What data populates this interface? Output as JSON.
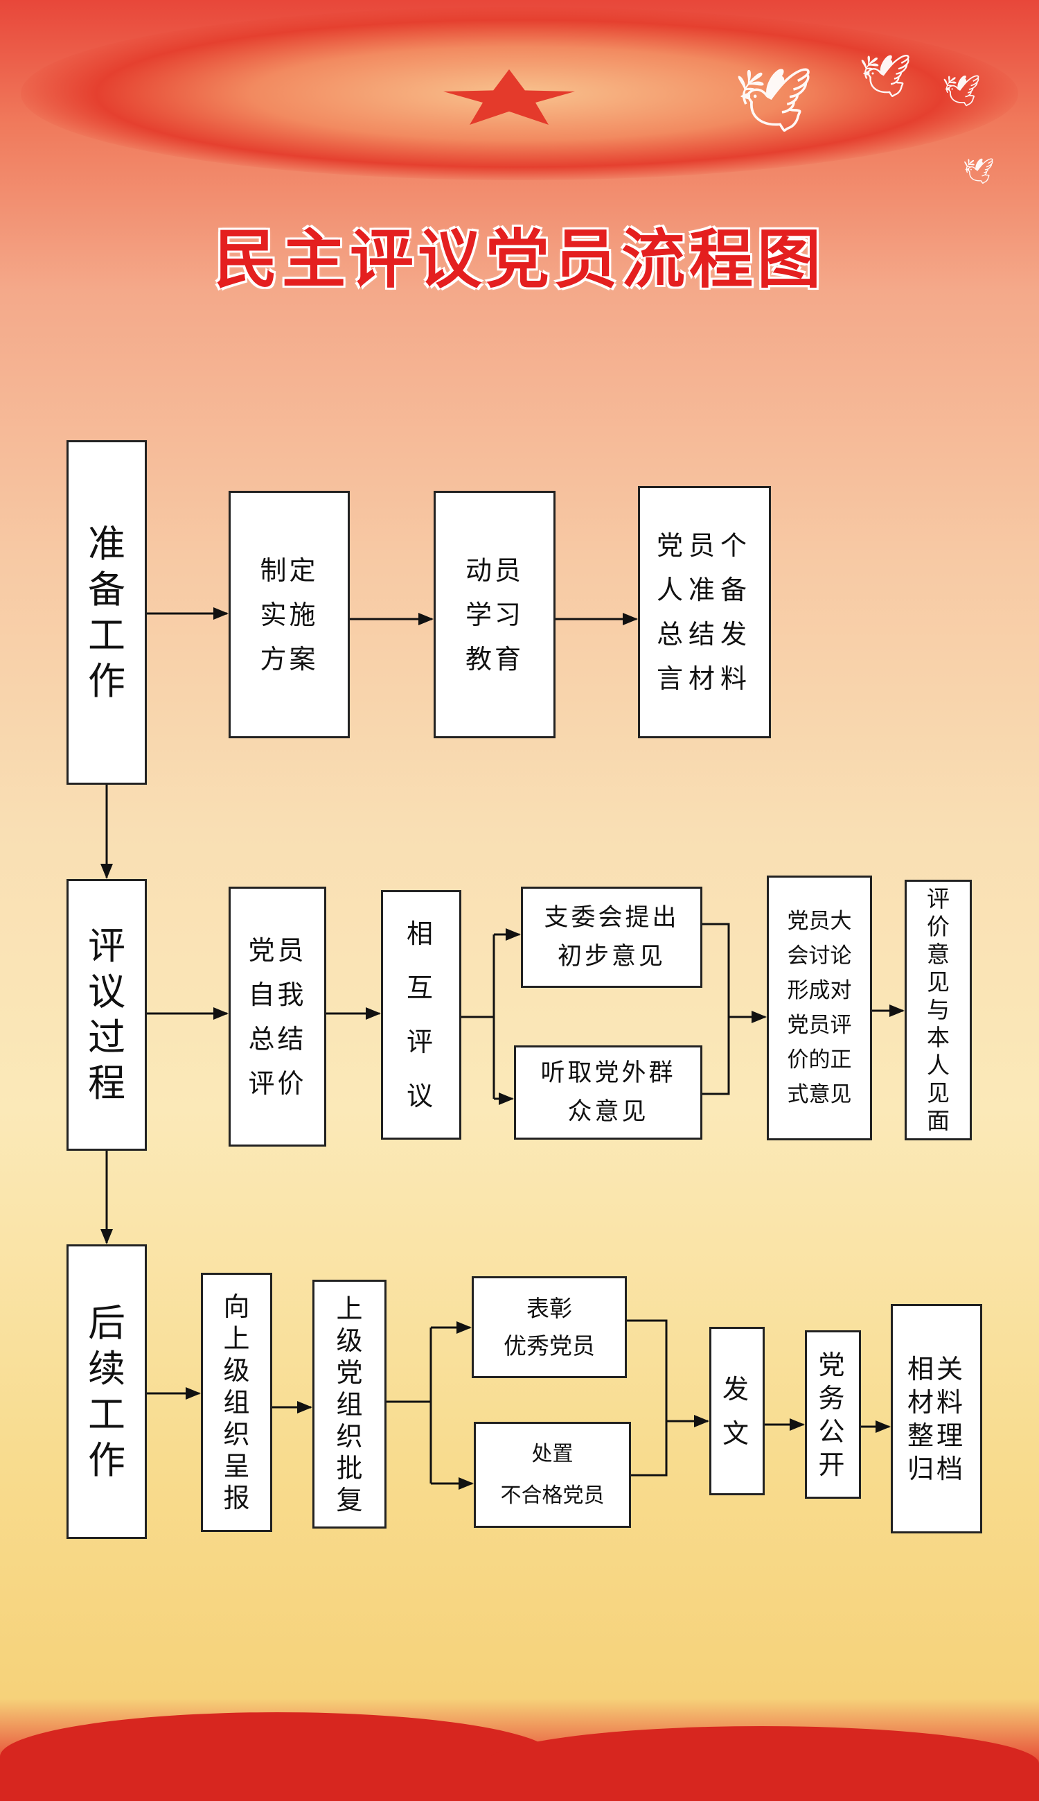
{
  "title": "民主评议党员流程图",
  "stages": {
    "prepare": {
      "label": "准\n备\n工\n作",
      "steps": [
        "制定\n实施\n方案",
        "动员\n学习\n教育",
        "党员个\n人准备\n总结发\n言材料"
      ]
    },
    "review": {
      "label": "评\n议\n过\n程",
      "steps": [
        "党员\n自我\n总结\n评价",
        "相\n互\n评\n议",
        "支委会提出\n初步意见",
        "听取党外群\n众意见",
        "党员大\n会讨论\n形成对\n党员评\n价的正\n式意见",
        "评\n价\n意\n见\n与\n本\n人\n见\n面"
      ]
    },
    "follow": {
      "label": "后\n续\n工\n作",
      "steps": [
        "向\n上\n级\n组\n织\n呈\n报",
        "上\n级\n党\n组\n织\n批\n复",
        "表彰\n优秀党员",
        "处置\n不合格党员",
        "发\n文",
        "党\n务\n公\n开",
        "相关\n材料\n整理\n归档"
      ]
    }
  },
  "colors": {
    "title": "#e41f1f",
    "line": "#111111"
  }
}
